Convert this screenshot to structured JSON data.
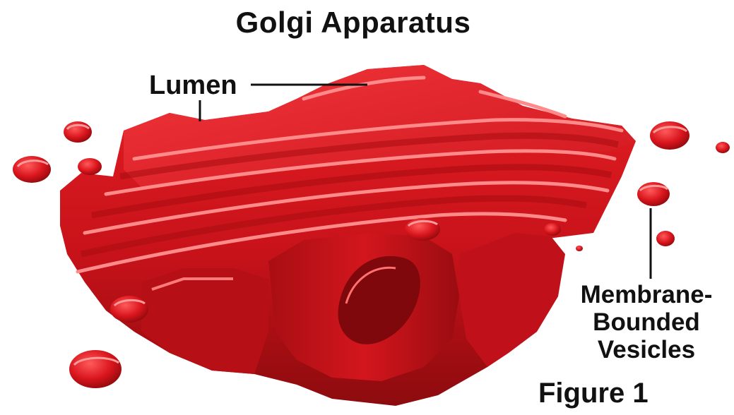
{
  "title": "Golgi Apparatus",
  "labels": {
    "lumen": "Lumen",
    "vesicles_line1": "Membrane-",
    "vesicles_line2": "Bounded",
    "vesicles_line3": "Vesicles",
    "figure": "Figure 1"
  },
  "colors": {
    "membrane": "#d8131b",
    "membrane_dark": "#8e0a0d",
    "membrane_light": "#ff6a6a",
    "text": "#111111"
  }
}
